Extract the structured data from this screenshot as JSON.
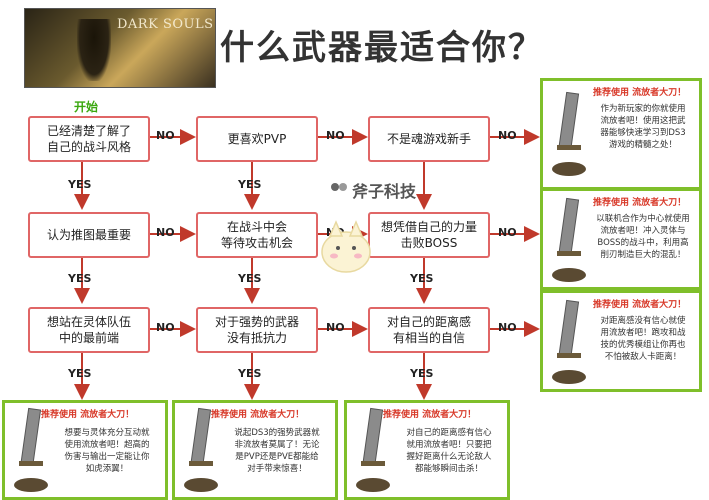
{
  "banner": {
    "logo_text": "DARK SOULS III"
  },
  "title": "什么武器最适合你？",
  "start_label": "开始",
  "watermark": "斧子科技",
  "row1": {
    "b1": [
      "已经清楚了解了",
      "自己的战斗风格"
    ],
    "b2": [
      "更喜欢PVP"
    ],
    "b3": [
      "不是魂游戏新手"
    ]
  },
  "row2": {
    "b1": [
      "认为推图最重要"
    ],
    "b2": [
      "在战斗中会",
      "等待攻击机会"
    ],
    "b3": [
      "想凭借自己的力量",
      "击败BOSS"
    ]
  },
  "row3": {
    "b1": [
      "想站在灵体队伍",
      "中的最前端"
    ],
    "b2": [
      "对于强势的武器",
      "没有抵抗力"
    ],
    "b3": [
      "对自己的距离感",
      "有相当的自信"
    ]
  },
  "labels": {
    "no": "NO",
    "yes": "YES"
  },
  "recommendations": {
    "title": "推荐使用 流放者大刀！",
    "r1": [
      "作为新玩家的你就使用",
      "流放者吧！使用这把武",
      "器能够快速学习到DS3",
      "游戏的精髓之处！"
    ],
    "r2": [
      "以联机合作为中心就使用",
      "流放者吧！冲入灵体与",
      "BOSS的战斗中，利用高",
      "削刃制造巨大的混乱！"
    ],
    "r3": [
      "对距离感没有信心就使",
      "用流放者吧！跑攻和战",
      "技的优秀模组让你再也",
      "不怕被敌人卡距离！"
    ],
    "b1": [
      "想要与灵体充分互动就",
      "使用流放者吧！超高的",
      "伤害与输出一定能让你",
      "如虎添翼！"
    ],
    "b2": [
      "说起DS3的强势武器就",
      "非流放者莫属了！无论",
      "是PVP还是PVE都能给",
      "对手带来惊喜！"
    ],
    "b3": [
      "对自己的距离感有信心",
      "就用流放者吧！只要把",
      "握好距离什么无论敌人",
      "都能够瞬间击杀！"
    ]
  },
  "colors": {
    "box_border": "#e06666",
    "arrow": "#c0392b",
    "rec_border": "#7fbf2a",
    "rec_title": "#d83a2a",
    "start": "#3aa80f"
  }
}
